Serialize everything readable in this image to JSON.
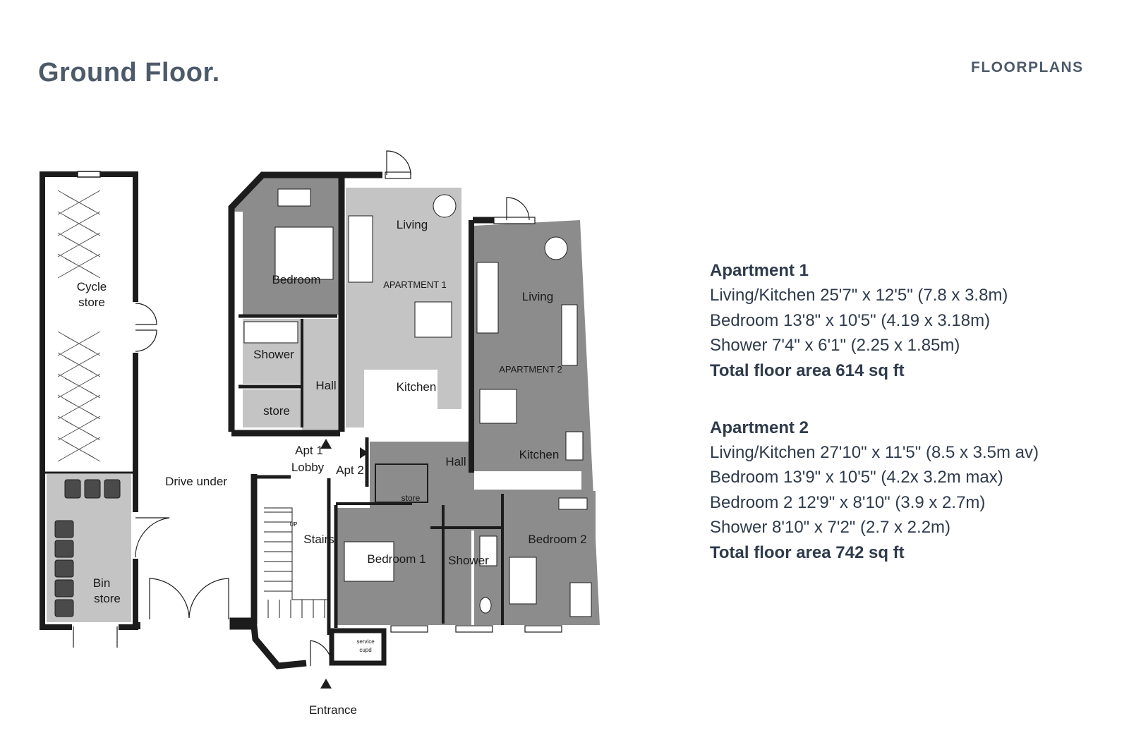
{
  "page": {
    "title": "Ground Floor.",
    "section_label": "FLOORPLANS"
  },
  "plan": {
    "labels": {
      "cycle_store_1": "Cycle",
      "cycle_store_2": "store",
      "bin_store_1": "Bin",
      "bin_store_2": "store",
      "drive_under": "Drive under",
      "apt1_bedroom": "Bedroom",
      "apt1_living": "Living",
      "apt1_name": "APARTMENT 1",
      "apt1_shower": "Shower",
      "apt1_hall": "Hall",
      "apt1_kitchen": "Kitchen",
      "apt1_store": "store",
      "lobby_apt1": "Apt 1",
      "lobby": "Lobby",
      "lobby_apt2": "Apt 2",
      "apt2_living": "Living",
      "apt2_name": "APARTMENT 2",
      "apt2_kitchen": "Kitchen",
      "apt2_hall": "Hall",
      "apt2_store": "store",
      "stairs": "Stairs",
      "stairs_up": "UP",
      "apt2_bedroom1": "Bedroom 1",
      "apt2_shower": "Shower",
      "apt2_bedroom2": "Bedroom 2",
      "service_cupd_1": "service",
      "service_cupd_2": "cupd",
      "entrance": "Entrance"
    },
    "colors": {
      "wall": "#1c1c1c",
      "dark_fill": "#8c8c8c",
      "light_fill": "#c4c4c4",
      "white_fill": "#ffffff"
    }
  },
  "apartments": [
    {
      "heading": "Apartment 1",
      "rooms": [
        "Living/Kitchen 25'7\" x 12'5\" (7.8 x 3.8m)",
        "Bedroom 13'8\" x 10'5\" (4.19 x 3.18m)",
        "Shower 7'4\" x 6'1\" (2.25 x 1.85m)"
      ],
      "total": "Total floor area 614 sq ft"
    },
    {
      "heading": "Apartment 2",
      "rooms": [
        "Living/Kitchen 27'10\" x 11'5\" (8.5 x 3.5m av)",
        "Bedroom 13'9\" x 10'5\" (4.2x 3.2m max)",
        "Bedroom 2 12'9\" x 8'10\" (3.9 x 2.7m)",
        "Shower 8'10\" x 7'2\" (2.7 x 2.2m)"
      ],
      "total": "Total floor area 742 sq ft"
    }
  ]
}
